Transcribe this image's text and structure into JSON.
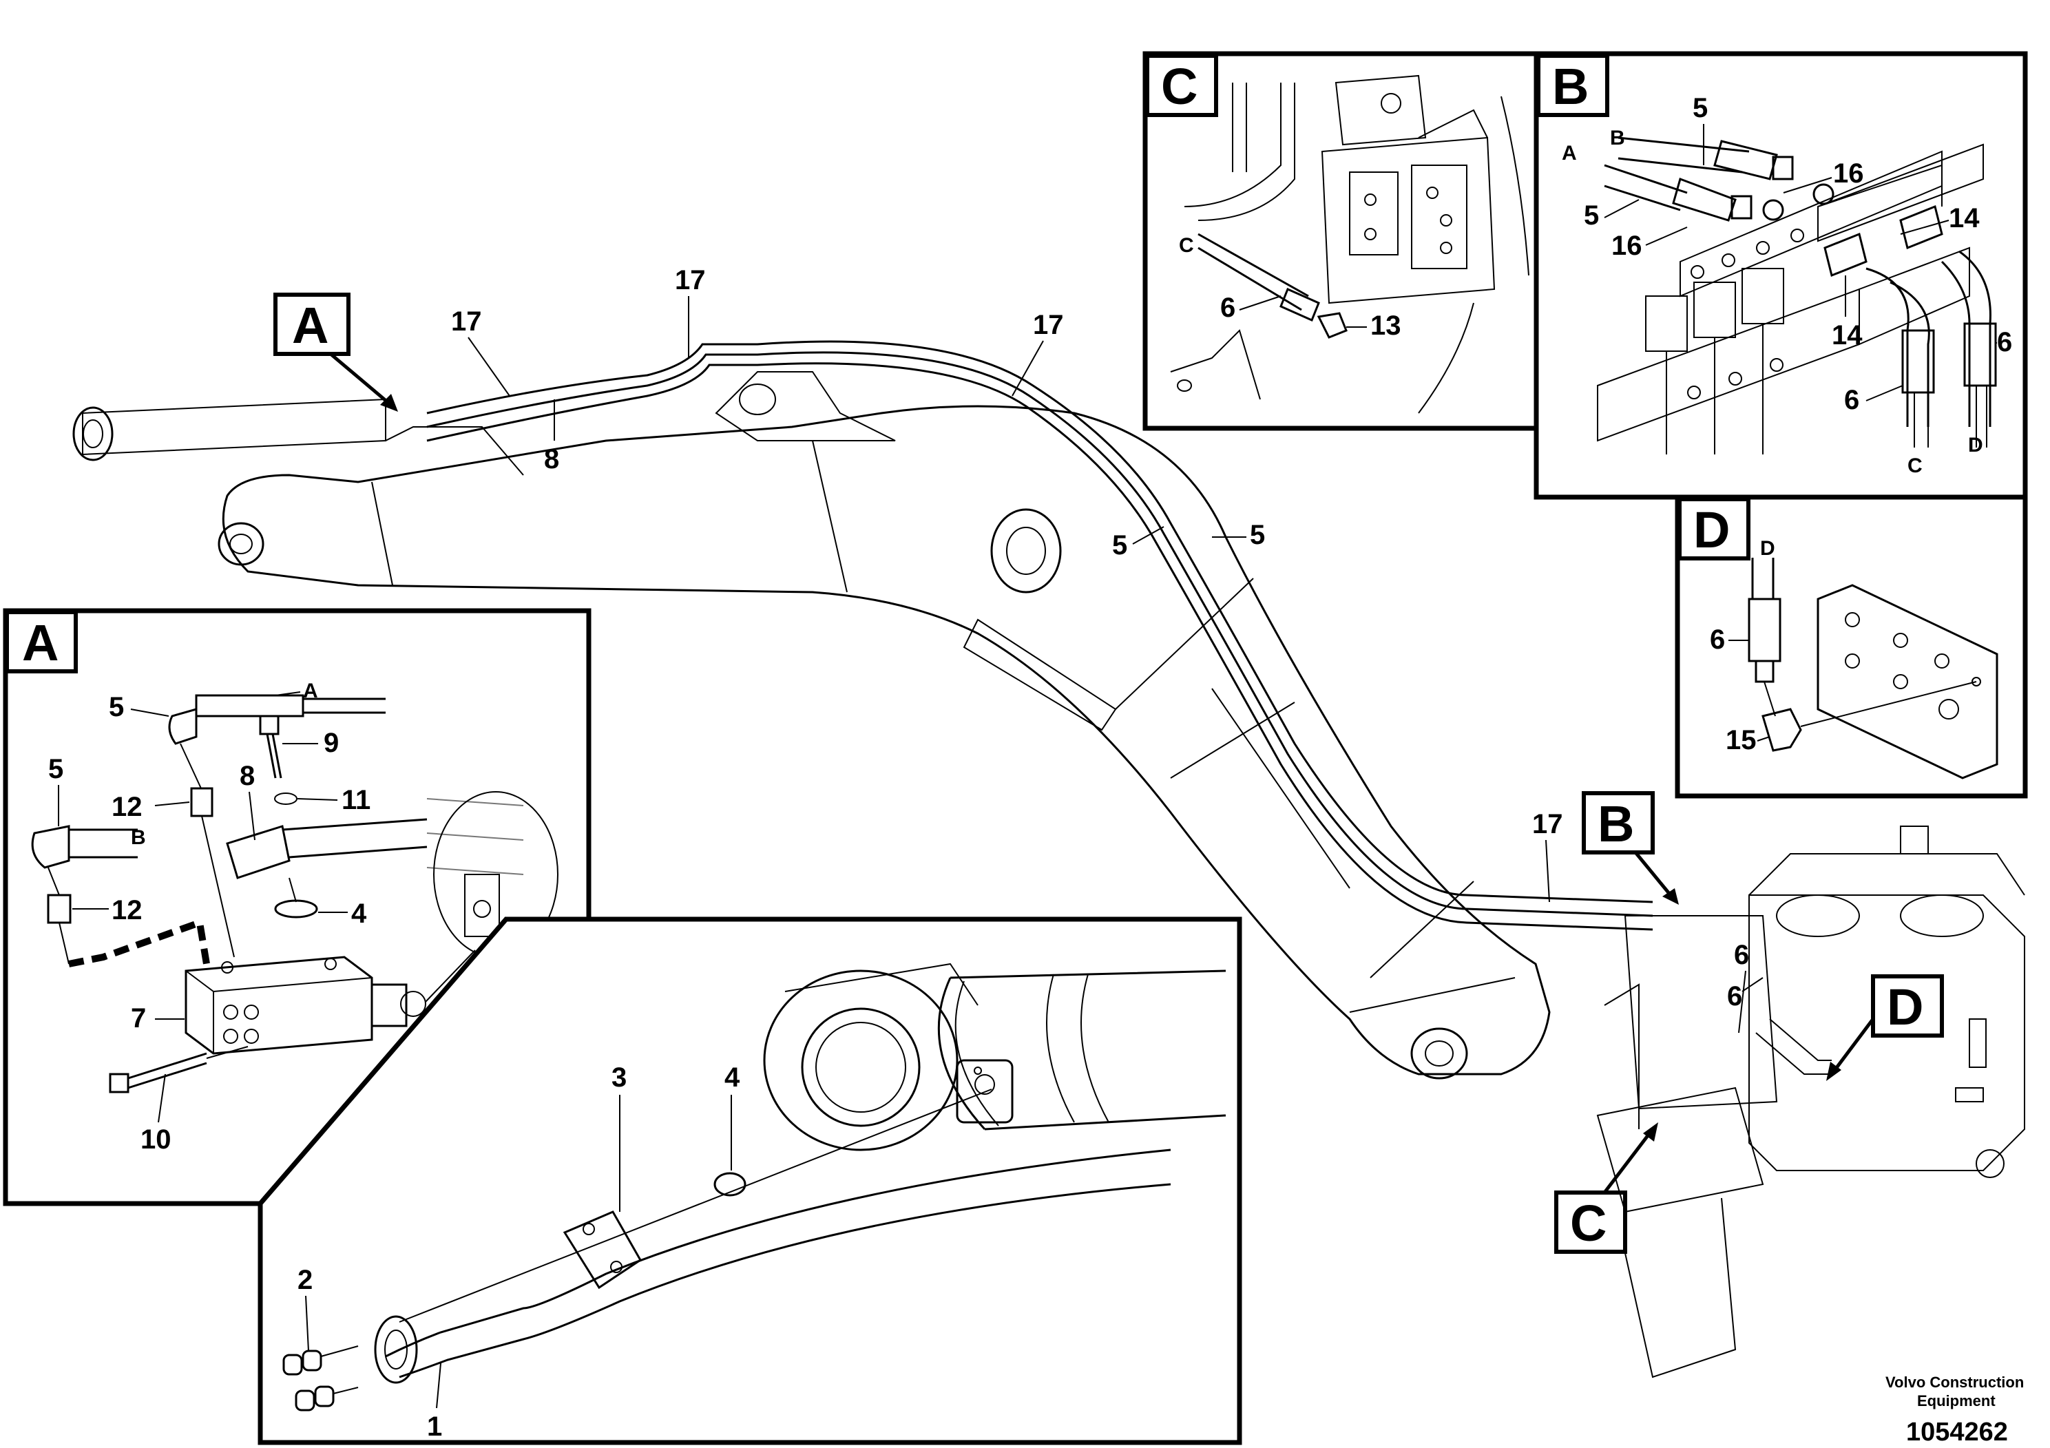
{
  "callouts": {
    "main_a": "A",
    "main_b": "B",
    "main_c": "C",
    "main_d": "D",
    "detail_a": "A",
    "detail_b": "B",
    "detail_c": "C",
    "detail_d": "D"
  },
  "labels": {
    "main": {
      "p17a": "17",
      "p17b": "17",
      "p17c": "17",
      "p17d": "17",
      "p8": "8",
      "p5a": "5",
      "p5b": "5",
      "p6a": "6",
      "p6b": "6"
    },
    "detail_a": {
      "p5a": "5",
      "hoseA": "A",
      "p9": "9",
      "p5b": "5",
      "p12a": "12",
      "p8": "8",
      "p11": "11",
      "hoseB": "B",
      "p12b": "12",
      "p4": "4",
      "p7": "7",
      "p10": "10"
    },
    "lower": {
      "p3": "3",
      "p4": "4",
      "p2": "2",
      "p1": "1"
    },
    "detail_c": {
      "hoseC": "C",
      "p6": "6",
      "p13": "13"
    },
    "detail_b": {
      "p5a": "5",
      "hoseB": "B",
      "hoseA": "A",
      "p16a": "16",
      "p5b": "5",
      "p16b": "16",
      "p14a": "14",
      "p14b": "14",
      "p6a": "6",
      "p6b": "6",
      "hoseC": "C",
      "hoseD": "D"
    },
    "detail_d": {
      "hoseD": "D",
      "p6": "6",
      "p15": "15"
    }
  },
  "footer": {
    "brand_line1": "Volvo Construction",
    "brand_line2": "Equipment",
    "drawing_number": "1054262"
  }
}
